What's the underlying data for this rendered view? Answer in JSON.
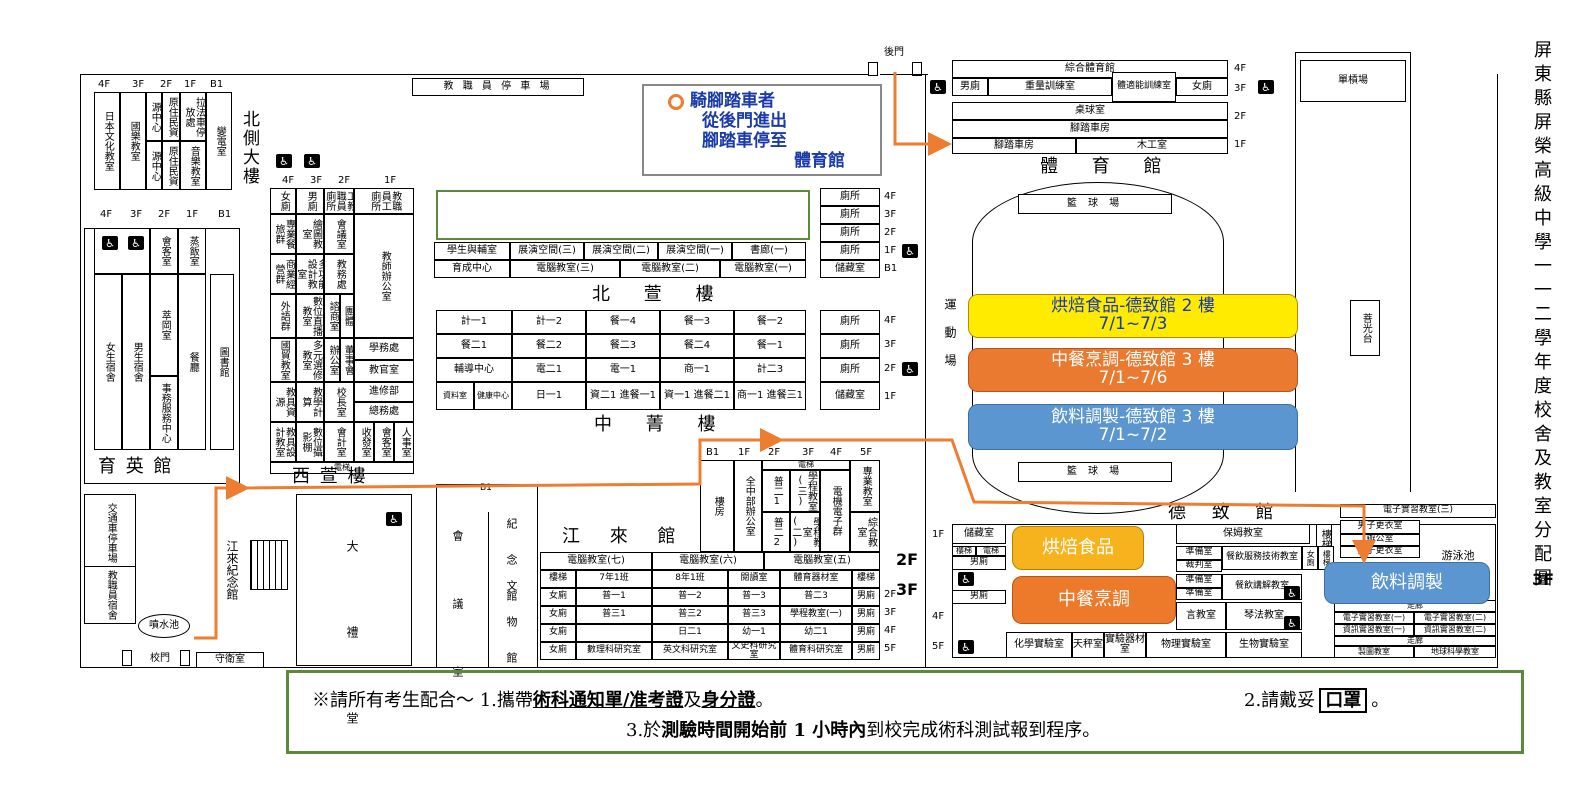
{
  "school_title": "屏東縣屏榮高級中學一一二學年度校舍及教室分配圖",
  "bicycle_notice": {
    "line1": "騎腳踏車者",
    "line2": "從後門進出",
    "line3": "腳踏車停至",
    "line4": "體育館"
  },
  "gates": {
    "back_gate": "後門",
    "main_gate": "校門",
    "guard_room": "守衛室"
  },
  "staff_parking_top": "教 職 員 停 車 場",
  "north_side": {
    "name": "北側大樓",
    "floors": [
      "4F",
      "3F",
      "2F",
      "1F",
      "B1"
    ],
    "rooms": [
      "日本文化教室",
      "國樂教室",
      "源中心",
      "原住民資",
      "源中心",
      "原住民資",
      "拉法車停放處",
      "音樂教室",
      "變電室"
    ]
  },
  "yuying": {
    "name": "育 英 館",
    "floors": [
      "4F",
      "3F",
      "2F",
      "1F",
      "B1"
    ],
    "rooms": [
      "女生宿舍",
      "男生宿舍",
      "會客室",
      "蒸飯室",
      "圖書館",
      "萃岡室",
      "餐廳",
      "事務服務中心"
    ]
  },
  "west": {
    "floors": [
      "4F",
      "3F",
      "2F",
      "1F"
    ],
    "rooms": [
      "女廁",
      "男廁",
      "工教職員廁所",
      "教職員工廁所",
      "專業餐旅群",
      "繪圖教室",
      "會議室",
      "教師辦公室",
      "商業經營群",
      "多功能設計教室",
      "教務處",
      "外語群",
      "專業群",
      "數位直播教室",
      "諮商室",
      "團體",
      "國貿教室",
      "多元選修教室",
      "辦公室",
      "董事會",
      "學務處",
      "教官室",
      "進修部",
      "總務處",
      "教具資源",
      "設計教室",
      "教學計算",
      "多功能",
      "校長室",
      "教具設計教室",
      "數位攝影棚",
      "會計室",
      "收發室",
      "會客室",
      "人事室"
    ],
    "elevator": "電梯",
    "building_name": "西 萱 樓"
  },
  "beixuan": {
    "name": "北 萱 樓",
    "floors": [
      "4F",
      "3F",
      "2F",
      "1F",
      "B1"
    ],
    "top_rows": [
      [
        "學生與輔室",
        "展演空間(三)",
        "展演空間(二)",
        "展演空間(一)",
        "書廊(一)",
        "廁所"
      ],
      [
        "育成中心",
        "電腦教室(三)",
        "電腦教室(二)",
        "電腦教室(一)",
        "儲藏室"
      ]
    ],
    "restrooms": [
      "廁所",
      "廁所",
      "廁所"
    ]
  },
  "zhongqing": {
    "name": "中 菁 樓",
    "floors": [
      "4F",
      "3F",
      "2F",
      "1F"
    ],
    "rows": [
      [
        "計一1",
        "計一2",
        "餐一4",
        "餐一3",
        "餐一2",
        "廁所"
      ],
      [
        "餐二1",
        "餐二2",
        "餐二3",
        "餐二4",
        "餐一1",
        "廁所"
      ],
      [
        "輔導中心",
        "電二1",
        "電一1",
        "商一1",
        "計二3",
        "廁所"
      ],
      [
        "資料室",
        "健康中心",
        "日一1",
        "資二1 進餐一1",
        "資一1 進餐二1",
        "商一1 進餐三1",
        "儲藏室"
      ]
    ]
  },
  "jiangsu_hall": "江來紀念館",
  "daliting": "大 禮 堂",
  "huiyishi": "會 議 室",
  "memorial": "紀 念 館",
  "artifacts": "文 物 館",
  "jianglai": {
    "name": "江 來 館",
    "floors": [
      "B1",
      "1F",
      "2F",
      "3F",
      "4F",
      "5F"
    ],
    "top_rooms": [
      "樓房",
      "全中部辦公室",
      "普二1",
      "普二2",
      "學程教室(三)",
      "學程教室(二)",
      "電梯",
      "專業教室",
      "電機電子群",
      "綜合教室"
    ],
    "col_headers": [
      "電腦教室(七)",
      "電腦教室(六)",
      "電腦教室(五)"
    ],
    "rows": [
      [
        "樓梯",
        "7年1班",
        "8年1班",
        "閱讀室",
        "體育器材室",
        "樓梯"
      ],
      [
        "女廁",
        "普一1",
        "普一2",
        "普一3",
        "普二3",
        "男廁"
      ],
      [
        "女廁",
        "普三1",
        "普三2",
        "普三3",
        "學程教室(一)",
        "男廁"
      ],
      [
        "女廁",
        "",
        "日二1",
        "幼一1",
        "幼二1",
        "男廁"
      ],
      [
        "女廁",
        "數理科研究室",
        "英文科研究室",
        "文史科研究室",
        "體育科研究室",
        "男廁"
      ]
    ],
    "floors_right": [
      "2F",
      "3F",
      "4F",
      "5F"
    ]
  },
  "left_parking": {
    "traffic_parking": "交通車停車場",
    "staff_dorm": "教職員宿舍",
    "fountain": "噴水池"
  },
  "sports_hall": {
    "name": "體 育 館",
    "floors": [
      "4F",
      "3F",
      "2F",
      "1F"
    ],
    "rows": [
      "綜合體育館",
      "男廁",
      "重量訓練室",
      "體適能訓練室",
      "女廁",
      "桌球室",
      "腳踏車房",
      "腳踏車房",
      "木工室"
    ]
  },
  "field": {
    "name": "運動場",
    "court1": "籃 球 場",
    "court2": "籃 球 場"
  },
  "dezhi": {
    "name": "德 致 館",
    "floors": [
      "1F",
      "2F",
      "3F",
      "4F",
      "5F"
    ],
    "rooms": [
      "儲藏室",
      "保姆教室",
      "樓梯",
      "電子實習教室(三)",
      "男子更衣室",
      "辦公室",
      "女子更衣室",
      "游泳池",
      "樓梯",
      "電梯",
      "男廁",
      "準備室",
      "餐飲服務技術教室",
      "裁判室",
      "女廁",
      "樓梯",
      "準備室",
      "餐飲講解教室",
      "男廁",
      "準備室",
      "言教室",
      "琴法教室",
      "化學實驗室",
      "天秤室",
      "實驗器材室",
      "物理實驗室",
      "生物實驗室",
      "電子實習教室(一)",
      "電子實習教室(二)",
      "資訊實習教室(一)",
      "資訊實習教室(二)",
      "走廊",
      "走廊",
      "製圖教室",
      "地球科學教室"
    ]
  },
  "bike_area": "單槓場",
  "guangxin": "菩光台",
  "events": [
    {
      "title": "烘焙食品-德致館 2 樓",
      "date": "7/1~7/3",
      "color": "#ffeb00",
      "text_color": "#1a3aa8"
    },
    {
      "title": "中餐烹調-德致館 3 樓",
      "date": "7/1~7/6",
      "color": "#e97a30",
      "text_color": "#ffffff"
    },
    {
      "title": "飲料調製-德致館 3 樓",
      "date": "7/1~7/2",
      "color": "#5b96d0",
      "text_color": "#ffffff"
    }
  ],
  "room_labels": [
    {
      "title": "烘焙食品",
      "floor": "2F",
      "color": "#f7b31d"
    },
    {
      "title": "中餐烹調",
      "floor": "3F",
      "color": "#ed7a2a"
    },
    {
      "title": "飲料調製",
      "floor": "3F",
      "color": "#5b96d0"
    }
  ],
  "notice": {
    "prefix": "※請所有考生配合～ 1.攜帶",
    "item1a": "術科通知單/准考證",
    "and": "及",
    "item1b": "身分證",
    "p1end": "。",
    "item2": "2.請戴妥",
    "item2b": "口罩",
    "item2end": "。",
    "item3a": "3.於",
    "item3b": "測驗時間開始前 1 小時內",
    "item3c": "到校完成術科測試報到程序。"
  },
  "colors": {
    "route": "#ed7d31",
    "green_border": "#5b8a3a",
    "gray_border": "#888888"
  }
}
